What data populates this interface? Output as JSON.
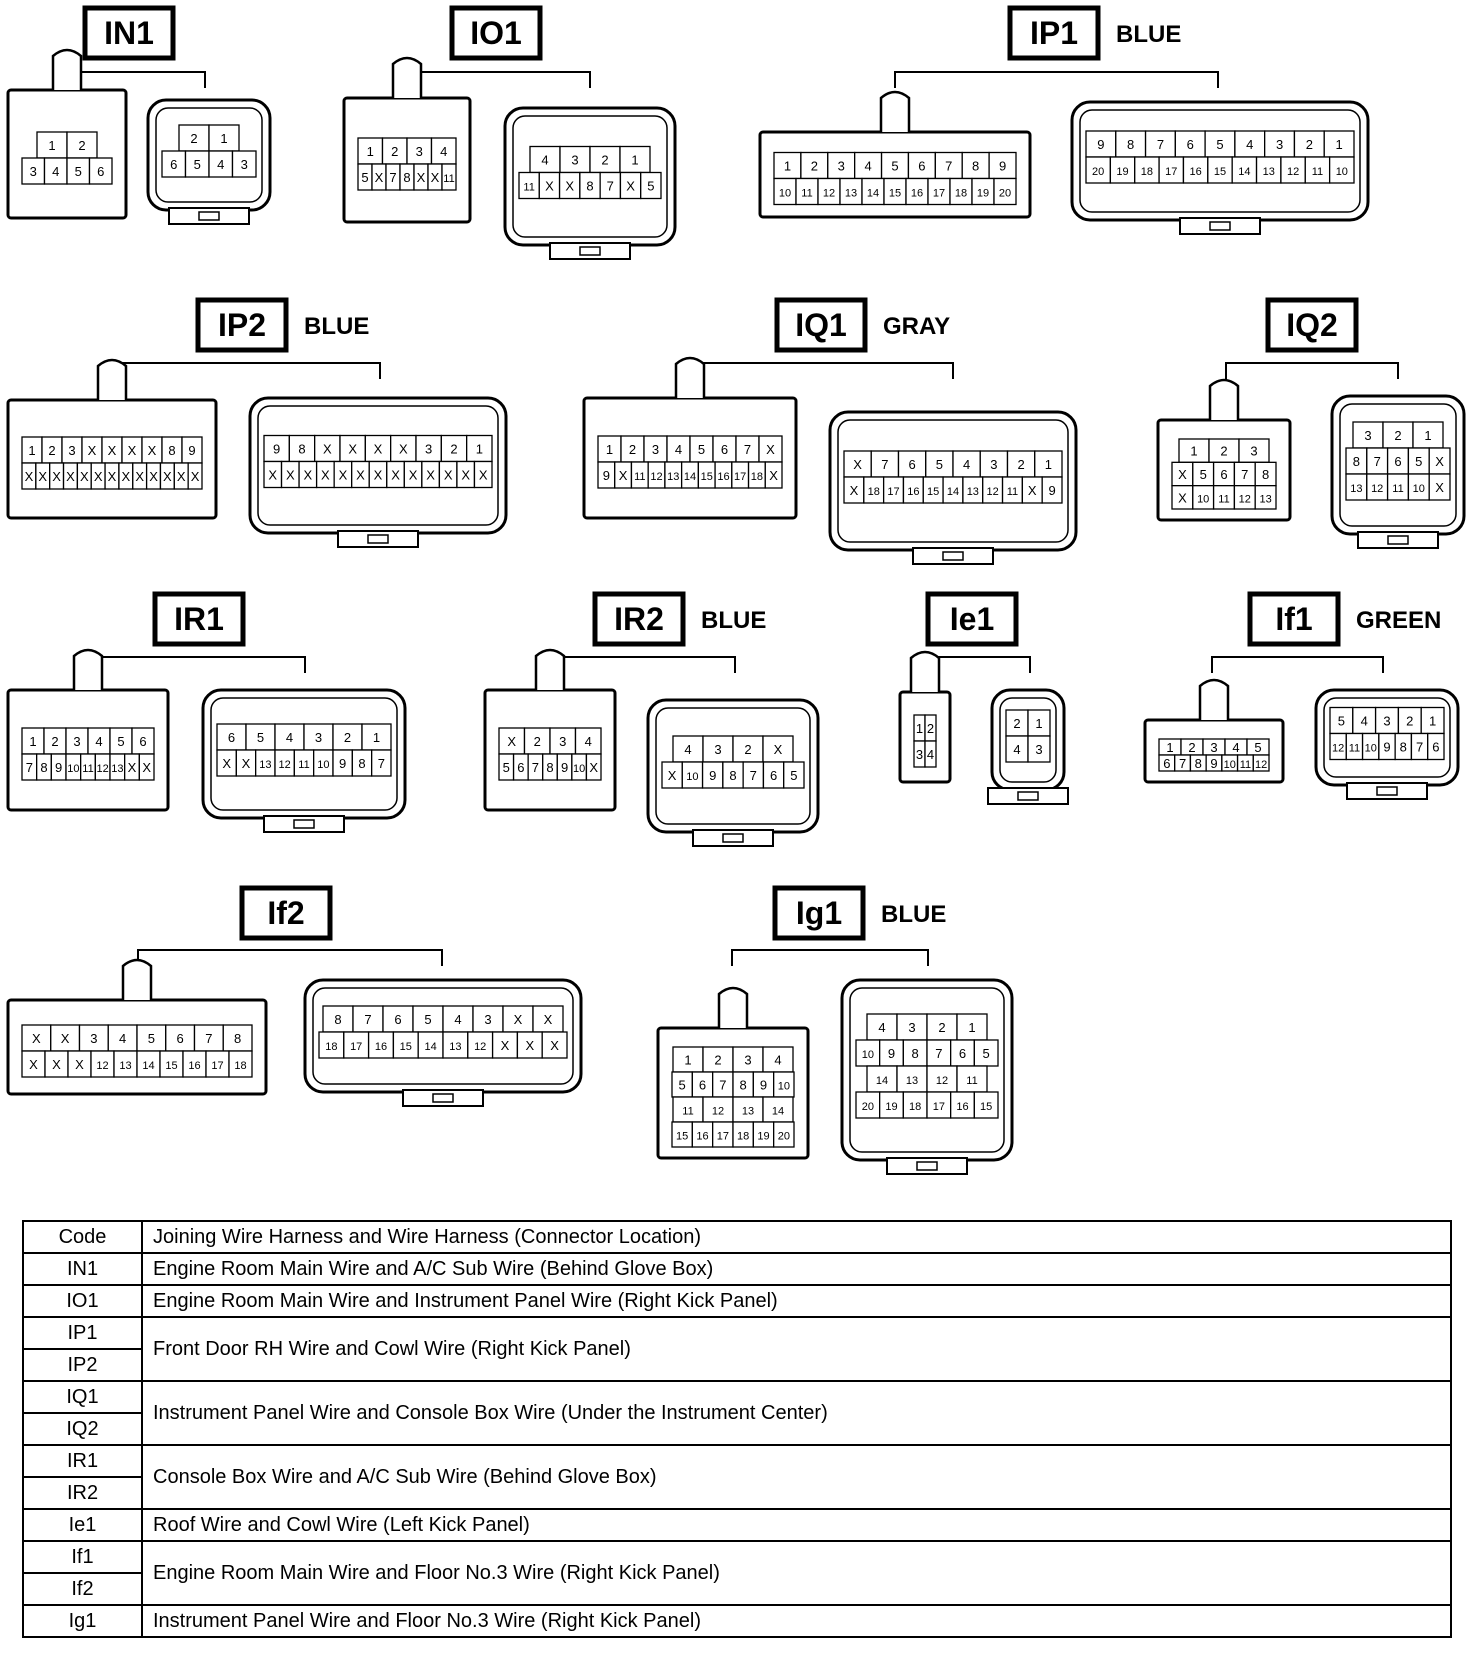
{
  "connectors": [
    {
      "code": "IN1",
      "color": "",
      "female": {
        "rows": [
          [
            "1",
            "2"
          ],
          [
            "3",
            "4",
            "5",
            "6"
          ]
        ]
      },
      "male": {
        "rows": [
          [
            "2",
            "1"
          ],
          [
            "6",
            "5",
            "4",
            "3"
          ]
        ]
      }
    },
    {
      "code": "IO1",
      "color": "",
      "female": {
        "rows": [
          [
            "1",
            "2",
            "3",
            "4"
          ],
          [
            "5",
            "X",
            "7",
            "8",
            "X",
            "X",
            "11"
          ]
        ]
      },
      "male": {
        "rows": [
          [
            "4",
            "3",
            "2",
            "1"
          ],
          [
            "11",
            "X",
            "X",
            "8",
            "7",
            "X",
            "5"
          ]
        ]
      }
    },
    {
      "code": "IP1",
      "color": "BLUE",
      "female": {
        "rows": [
          [
            "1",
            "2",
            "3",
            "4",
            "5",
            "6",
            "7",
            "8",
            "9"
          ],
          [
            "10",
            "11",
            "12",
            "13",
            "14",
            "15",
            "16",
            "17",
            "18",
            "19",
            "20"
          ]
        ]
      },
      "male": {
        "rows": [
          [
            "9",
            "8",
            "7",
            "6",
            "5",
            "4",
            "3",
            "2",
            "1"
          ],
          [
            "20",
            "19",
            "18",
            "17",
            "16",
            "15",
            "14",
            "13",
            "12",
            "11",
            "10"
          ]
        ]
      }
    },
    {
      "code": "IP2",
      "color": "BLUE",
      "female": {
        "rows": [
          [
            "1",
            "2",
            "3",
            "X",
            "X",
            "X",
            "X",
            "8",
            "9"
          ],
          [
            "X",
            "X",
            "X",
            "X",
            "X",
            "X",
            "X",
            "X",
            "X",
            "X",
            "X",
            "X",
            "X"
          ]
        ]
      },
      "male": {
        "rows": [
          [
            "9",
            "8",
            "X",
            "X",
            "X",
            "X",
            "3",
            "2",
            "1"
          ],
          [
            "X",
            "X",
            "X",
            "X",
            "X",
            "X",
            "X",
            "X",
            "X",
            "X",
            "X",
            "X",
            "X"
          ]
        ]
      }
    },
    {
      "code": "IQ1",
      "color": "GRAY",
      "female": {
        "rows": [
          [
            "1",
            "2",
            "3",
            "4",
            "5",
            "6",
            "7",
            "X"
          ],
          [
            "9",
            "X",
            "11",
            "12",
            "13",
            "14",
            "15",
            "16",
            "17",
            "18",
            "X"
          ]
        ]
      },
      "male": {
        "rows": [
          [
            "X",
            "7",
            "6",
            "5",
            "4",
            "3",
            "2",
            "1"
          ],
          [
            "X",
            "18",
            "17",
            "16",
            "15",
            "14",
            "13",
            "12",
            "11",
            "X",
            "9"
          ]
        ]
      }
    },
    {
      "code": "IQ2",
      "color": "",
      "female": {
        "rows": [
          [
            "1",
            "2",
            "3"
          ],
          [
            "X",
            "5",
            "6",
            "7",
            "8"
          ],
          [
            "X",
            "10",
            "11",
            "12",
            "13"
          ]
        ]
      },
      "male": {
        "rows": [
          [
            "3",
            "2",
            "1"
          ],
          [
            "8",
            "7",
            "6",
            "5",
            "X"
          ],
          [
            "13",
            "12",
            "11",
            "10",
            "X"
          ]
        ]
      }
    },
    {
      "code": "IR1",
      "color": "",
      "female": {
        "rows": [
          [
            "1",
            "2",
            "3",
            "4",
            "5",
            "6"
          ],
          [
            "7",
            "8",
            "9",
            "10",
            "11",
            "12",
            "13",
            "X",
            "X"
          ]
        ]
      },
      "male": {
        "rows": [
          [
            "6",
            "5",
            "4",
            "3",
            "2",
            "1"
          ],
          [
            "X",
            "X",
            "13",
            "12",
            "11",
            "10",
            "9",
            "8",
            "7"
          ]
        ]
      }
    },
    {
      "code": "IR2",
      "color": "BLUE",
      "female": {
        "rows": [
          [
            "X",
            "2",
            "3",
            "4"
          ],
          [
            "5",
            "6",
            "7",
            "8",
            "9",
            "10",
            "X"
          ]
        ]
      },
      "male": {
        "rows": [
          [
            "4",
            "3",
            "2",
            "X"
          ],
          [
            "X",
            "10",
            "9",
            "8",
            "7",
            "6",
            "5"
          ]
        ]
      }
    },
    {
      "code": "Ie1",
      "color": "",
      "female": {
        "rows": [
          [
            "1",
            "2"
          ],
          [
            "3",
            "4"
          ]
        ]
      },
      "male": {
        "rows": [
          [
            "2",
            "1"
          ],
          [
            "4",
            "3"
          ]
        ]
      }
    },
    {
      "code": "If1",
      "color": "GREEN",
      "female": {
        "rows": [
          [
            "1",
            "2",
            "3",
            "4",
            "5"
          ],
          [
            "6",
            "7",
            "8",
            "9",
            "10",
            "11",
            "12"
          ]
        ]
      },
      "male": {
        "rows": [
          [
            "5",
            "4",
            "3",
            "2",
            "1"
          ],
          [
            "12",
            "11",
            "10",
            "9",
            "8",
            "7",
            "6"
          ]
        ]
      }
    },
    {
      "code": "If2",
      "color": "",
      "female": {
        "rows": [
          [
            "X",
            "X",
            "3",
            "4",
            "5",
            "6",
            "7",
            "8"
          ],
          [
            "X",
            "X",
            "X",
            "12",
            "13",
            "14",
            "15",
            "16",
            "17",
            "18"
          ]
        ]
      },
      "male": {
        "rows": [
          [
            "8",
            "7",
            "6",
            "5",
            "4",
            "3",
            "X",
            "X"
          ],
          [
            "18",
            "17",
            "16",
            "15",
            "14",
            "13",
            "12",
            "X",
            "X",
            "X"
          ]
        ]
      }
    },
    {
      "code": "Ig1",
      "color": "BLUE",
      "female": {
        "rows": [
          [
            "1",
            "2",
            "3",
            "4"
          ],
          [
            "5",
            "6",
            "7",
            "8",
            "9",
            "10"
          ],
          [
            "11",
            "12",
            "13",
            "14"
          ],
          [
            "15",
            "16",
            "17",
            "18",
            "19",
            "20"
          ]
        ]
      },
      "male": {
        "rows": [
          [
            "4",
            "3",
            "2",
            "1"
          ],
          [
            "10",
            "9",
            "8",
            "7",
            "6",
            "5"
          ],
          [
            "14",
            "13",
            "12",
            "11"
          ],
          [
            "20",
            "19",
            "18",
            "17",
            "16",
            "15"
          ]
        ]
      }
    }
  ],
  "table": {
    "header": {
      "code": "Code",
      "desc": "Joining Wire Harness and Wire Harness (Connector Location)"
    },
    "rows": [
      {
        "codes": [
          "IN1"
        ],
        "desc": "Engine Room Main Wire and A/C Sub Wire (Behind Glove Box)"
      },
      {
        "codes": [
          "IO1"
        ],
        "desc": "Engine Room Main Wire and Instrument Panel Wire (Right Kick Panel)"
      },
      {
        "codes": [
          "IP1",
          "IP2"
        ],
        "desc": "Front Door RH Wire and Cowl Wire (Right Kick Panel)"
      },
      {
        "codes": [
          "IQ1",
          "IQ2"
        ],
        "desc": "Instrument Panel Wire and Console Box Wire (Under the Instrument Center)"
      },
      {
        "codes": [
          "IR1",
          "IR2"
        ],
        "desc": "Console Box Wire and A/C Sub Wire (Behind Glove Box)"
      },
      {
        "codes": [
          "Ie1"
        ],
        "desc": "Roof Wire and Cowl Wire (Left Kick Panel)"
      },
      {
        "codes": [
          "If1",
          "If2"
        ],
        "desc": "Engine Room Main Wire and Floor No.3 Wire (Right Kick Panel)"
      },
      {
        "codes": [
          "Ig1"
        ],
        "desc": "Instrument Panel Wire and Floor No.3 Wire (Right Kick Panel)"
      }
    ]
  }
}
